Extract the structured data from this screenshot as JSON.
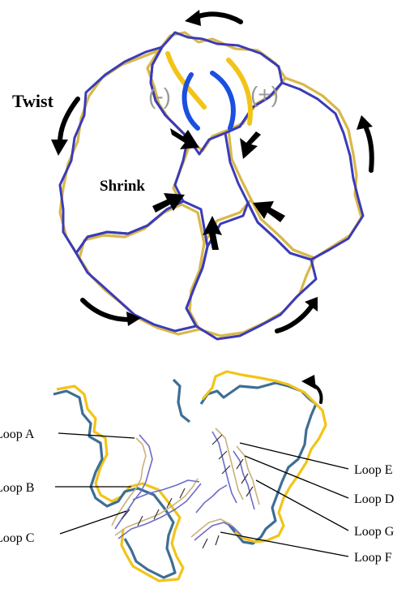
{
  "top_panel": {
    "twist_label": "Twist",
    "shrink_label": "Shrink",
    "minus_label": "(-)",
    "plus_label": "(+)"
  },
  "bottom_panel": {
    "loops_left": [
      "Loop A",
      "Loop B",
      "Loop C"
    ],
    "loops_right": [
      "Loop E",
      "Loop D",
      "Loop G",
      "Loop F"
    ]
  },
  "colors": {
    "blue_ribbon": "#3b3bb8",
    "gold_ribbon": "#d9b84a",
    "steel_blue": "#3e6e94",
    "bright_yellow": "#f2c418",
    "bright_blue": "#1a4fe0",
    "arrow": "#000000",
    "sign_label": "#9a9a9a"
  }
}
